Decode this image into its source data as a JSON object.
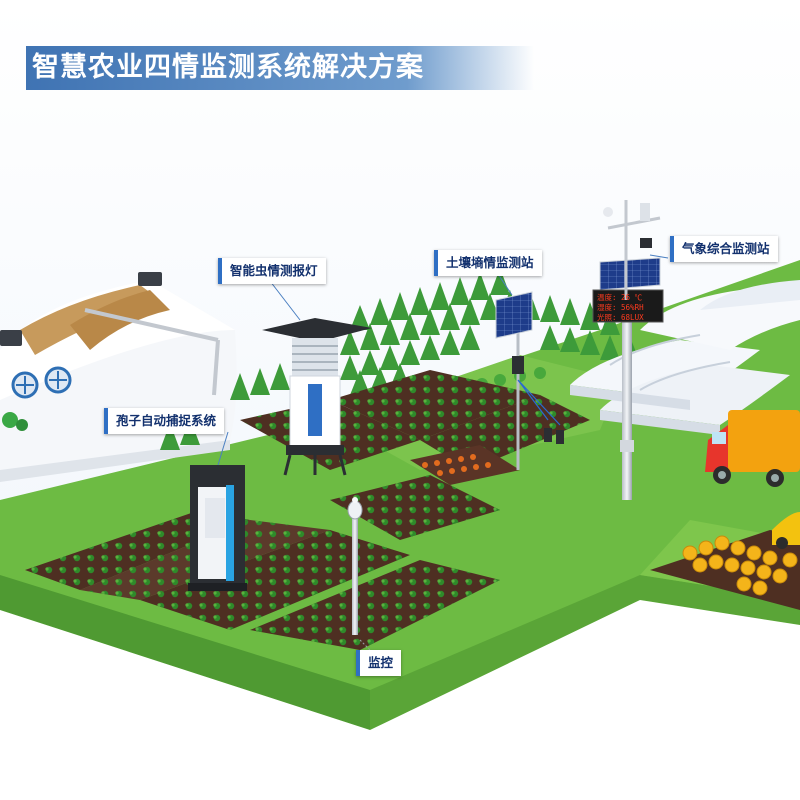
{
  "title": "智慧农业四情监测系统解决方案",
  "labels": {
    "insect_lamp": "智能虫情测报灯",
    "soil_station": "土壤墒情监测站",
    "weather_station": "气象综合监测站",
    "spore_capture": "孢子自动捕捉系统",
    "camera": "监控"
  },
  "display_panel": {
    "line1": "温度: 26 ℃",
    "line2": "湿度: 56%RH",
    "line3": "光照: 68LUX"
  },
  "colors": {
    "banner": "#3f73b3",
    "grass": "#6dbb43",
    "grass_light": "#8fd05b",
    "soil": "#4e2f22",
    "tree": "#3d9b3a",
    "sky": "#ffffff"
  }
}
